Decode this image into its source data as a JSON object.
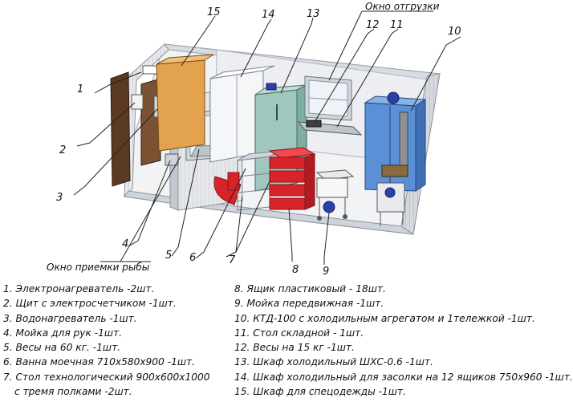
{
  "callouts": [
    "1",
    "2",
    "3",
    "4",
    "5",
    "6",
    "7",
    "8",
    "9",
    "10",
    "11",
    "12",
    "13",
    "14",
    "15"
  ],
  "captions": {
    "shipping_window": "Окно отгрузки",
    "receiving_window": "Окно приемки рыбы"
  },
  "legend": [
    "1. Электронагреватель -2шт.",
    "2. Щит с электросчетчиком -1шт.",
    "3. Водонагреватель -1шт.",
    "4. Мойка для рук -1шт.",
    "5. Весы на 60 кг. -1шт.",
    "6. Ванна моечная  710х580х900 -1шт.",
    "7. Стол технологический 900х600х1000",
    "с тремя полками -2шт.",
    "8. Ящик пластиковый - 18шт.",
    "9. Мойка передвижная -1шт.",
    "10. КТД-100 с холодильным агрегатом и  1тележкой  -1шт.",
    "11. Стол складной - 1шт.",
    "12. Весы на 15 кг -1шт.",
    "13. Шкаф холодильный ШХС-0.6 -1шт.",
    "14. Шкаф холодильный для засолки на 12 ящиков 750х960 -1шт.",
    "15. Шкаф для спецодежды -1шт."
  ],
  "colors": {
    "wall": "#e4e7ec",
    "wall_shade": "#c9ced6",
    "floor": "#f1f3f5",
    "door": "#5b3a24",
    "wardrobe": "#e2a24e",
    "fridge_green": "#9fc7bd",
    "ktd_blue": "#5b8fd6",
    "crate_red": "#d8232a",
    "motor_blue": "#2d3fa8"
  }
}
